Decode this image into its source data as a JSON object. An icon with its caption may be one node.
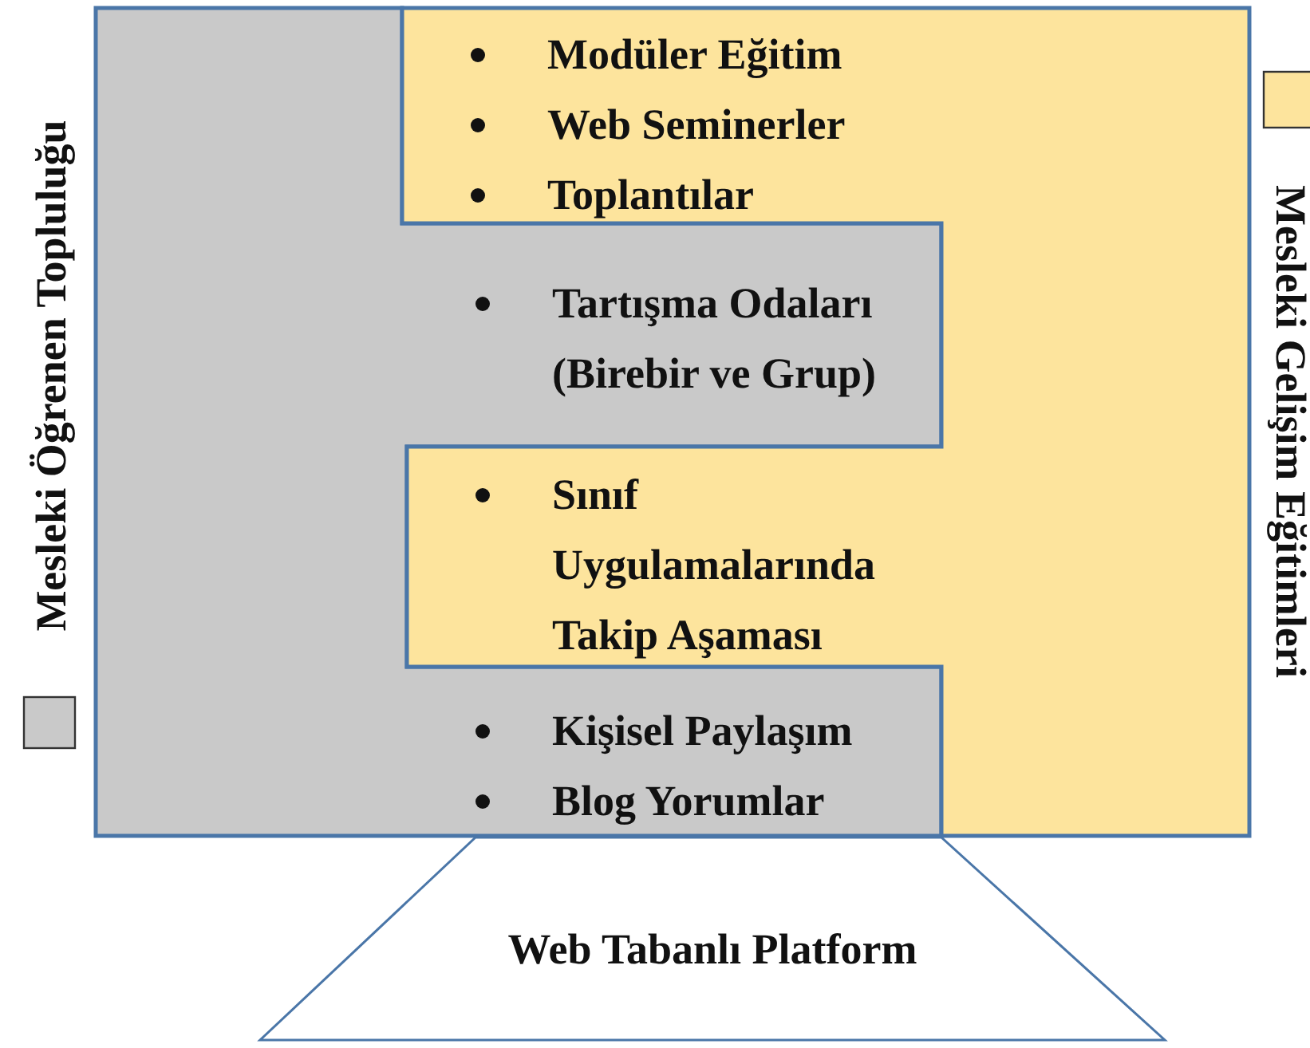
{
  "diagram": {
    "nodes": [
      {
        "text": [
          "Modüler Eğitim",
          "Web Seminerler",
          "Toplantılar"
        ]
      },
      {
        "text": [
          "Tartışma Odaları (Birebir ve Grup)"
        ]
      },
      {
        "text": [
          "Sınıf Uygulamalarında Takip Aşaması"
        ]
      },
      {
        "text": [
          "Kişisel Paylaşım",
          "Blog Yorumlar"
        ]
      },
      {
        "text": [
          "Web Tabanlı Platform"
        ]
      }
    ],
    "legend": [
      {
        "text": "Mesleki Öğrenen Topluluğu",
        "color": "#c9c9c9"
      },
      {
        "text": "Mesleki Gelişim Eğitimleri",
        "color": "#fde49d"
      }
    ]
  }
}
